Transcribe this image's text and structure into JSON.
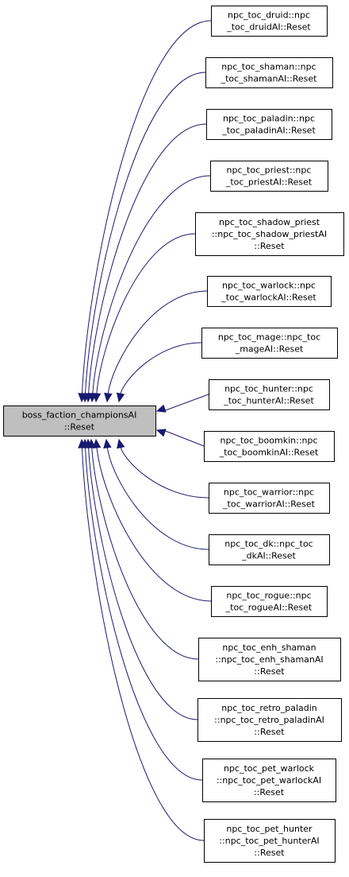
{
  "colors": {
    "edge": "#191970",
    "root_fill": "#bfbfbf",
    "node_fill": "#ffffff",
    "border": "#000000"
  },
  "root": {
    "lines": [
      "boss_faction_championsAI",
      "::Reset"
    ]
  },
  "callers": [
    {
      "lines": [
        "npc_toc_druid::npc",
        "_toc_druidAI::Reset"
      ]
    },
    {
      "lines": [
        "npc_toc_shaman::npc",
        "_toc_shamanAI::Reset"
      ]
    },
    {
      "lines": [
        "npc_toc_paladin::npc",
        "_toc_paladinAI::Reset"
      ]
    },
    {
      "lines": [
        "npc_toc_priest::npc",
        "_toc_priestAI::Reset"
      ]
    },
    {
      "lines": [
        "npc_toc_shadow_priest",
        "::npc_toc_shadow_priestAI",
        "::Reset"
      ]
    },
    {
      "lines": [
        "npc_toc_warlock::npc",
        "_toc_warlockAI::Reset"
      ]
    },
    {
      "lines": [
        "npc_toc_mage::npc_toc",
        "_mageAI::Reset"
      ]
    },
    {
      "lines": [
        "npc_toc_hunter::npc",
        "_toc_hunterAI::Reset"
      ]
    },
    {
      "lines": [
        "npc_toc_boomkin::npc",
        "_toc_boomkinAI::Reset"
      ]
    },
    {
      "lines": [
        "npc_toc_warrior::npc",
        "_toc_warriorAI::Reset"
      ]
    },
    {
      "lines": [
        "npc_toc_dk::npc_toc",
        "_dkAI::Reset"
      ]
    },
    {
      "lines": [
        "npc_toc_rogue::npc",
        "_toc_rogueAI::Reset"
      ]
    },
    {
      "lines": [
        "npc_toc_enh_shaman",
        "::npc_toc_enh_shamanAI",
        "::Reset"
      ]
    },
    {
      "lines": [
        "npc_toc_retro_paladin",
        "::npc_toc_retro_paladinAI",
        "::Reset"
      ]
    },
    {
      "lines": [
        "npc_toc_pet_warlock",
        "::npc_toc_pet_warlockAI",
        "::Reset"
      ]
    },
    {
      "lines": [
        "npc_toc_pet_hunter",
        "::npc_toc_pet_hunterAI",
        "::Reset"
      ]
    }
  ]
}
